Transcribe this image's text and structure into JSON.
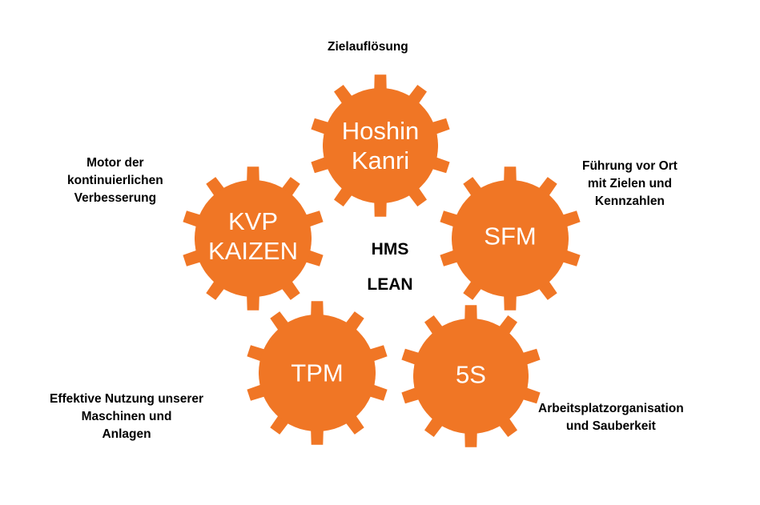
{
  "colors": {
    "gear": "#F07625",
    "gear_text": "#FFFFFF",
    "text": "#000000",
    "background": "#FFFFFF"
  },
  "center": {
    "line1": "HMS",
    "line2": "LEAN"
  },
  "gears": [
    {
      "id": "hoshin-kanri",
      "label_lines": [
        "Hoshin",
        "Kanri"
      ]
    },
    {
      "id": "kvp-kaizen",
      "label_lines": [
        "KVP",
        "KAIZEN"
      ]
    },
    {
      "id": "sfm",
      "label_lines": [
        "SFM"
      ]
    },
    {
      "id": "tpm",
      "label_lines": [
        "TPM"
      ]
    },
    {
      "id": "5s",
      "label_lines": [
        "5S"
      ]
    }
  ],
  "captions": {
    "hoshin_kanri": [
      "Zielauflösung"
    ],
    "kvp_kaizen": [
      "Motor der",
      "kontinuierlichen",
      "Verbesserung"
    ],
    "sfm": [
      "Führung vor Ort",
      "mit Zielen und",
      "Kennzahlen"
    ],
    "tpm": [
      "Effektive Nutzung unserer",
      "Maschinen und",
      "Anlagen"
    ],
    "5s": [
      "Arbeitsplatzorganisation",
      "und Sauberkeit"
    ]
  }
}
